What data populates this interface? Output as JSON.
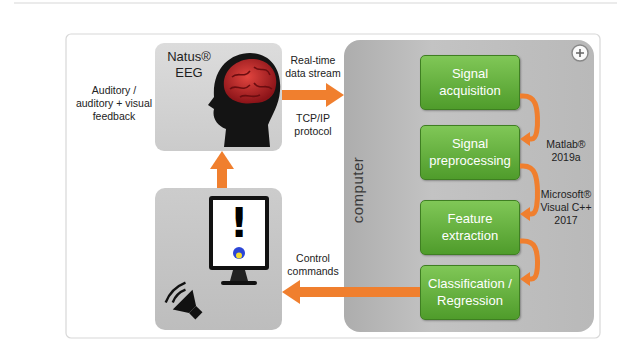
{
  "diagram": {
    "nodes": [
      {
        "text": [
          "Natus® EEG"
        ]
      },
      {
        "text": [
          "computer"
        ]
      },
      {
        "text": [
          "Signal acquisition"
        ],
        "in": 1
      },
      {
        "text": [
          "Signal preprocessing"
        ],
        "in": 1
      },
      {
        "text": [
          "Feature extraction"
        ],
        "in": 1
      },
      {
        "text": [
          "Classification / Regression"
        ],
        "in": 1
      },
      {
        "text": [
          "!"
        ]
      }
    ],
    "edges": [
      {
        "from": 0,
        "to": 1,
        "label": "Real-time data stream",
        "arrow": "to"
      },
      {
        "from": 2,
        "to": 3,
        "arrow": "to"
      },
      {
        "from": 3,
        "to": 4,
        "arrow": "to"
      },
      {
        "from": 4,
        "to": 5,
        "arrow": "to"
      },
      {
        "from": 5,
        "to": 6,
        "label": "Control commands",
        "arrow": "to"
      },
      {
        "from": 6,
        "to": 0,
        "label": "Auditory / auditory + visual feedback",
        "arrow": "to"
      }
    ],
    "labels": [
      "TCP/IP protocol",
      "Matlab® 2019a",
      "Microsoft® Visual C++ 2017"
    ]
  }
}
